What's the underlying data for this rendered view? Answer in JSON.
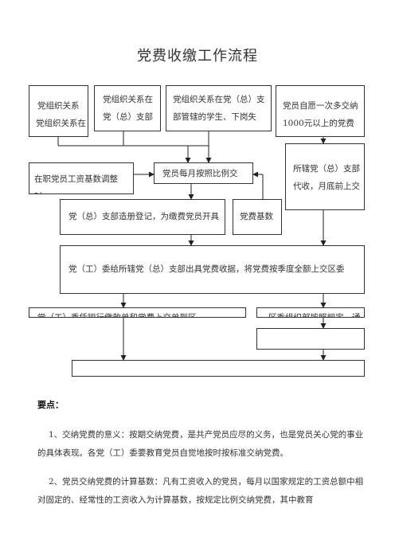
{
  "title": "党费收缴工作流程",
  "boxes": {
    "b1": "党组织关系在党（总）支",
    "b2a": "党组织关系在",
    "b2b": "党（总）支部",
    "b3a": "党组织关系在党（总）支",
    "b3b": "部管辖的学生、下岗失",
    "b4a": "党员自愿一次多交纳",
    "b4b": "1000元以上的党费",
    "b5": "在职党员工资基数调整时，",
    "b6": "党员每月按照比例交",
    "b7a": "所辖党（总）支部",
    "b7b": "代收，月底前上交",
    "b8": "党（总）支部造册登记，为缴费党员开具",
    "b9": "党费基数",
    "b10": "党（工）委给所辖党（总）支部出具党费收据，将党费按季度全额上交区委",
    "b11": "党（工）委every在银行缴款单和党费上交单到区",
    "b12": "区委组织部按照规定，通过",
    "b13": "",
    "b14": ""
  },
  "key_points": {
    "heading": "要点：",
    "p1": "1、交纳党费的意义：按期交纳党费，是共产党员应尽的义务，也是党员关心党的事业的具体表现。各党（工）委要教育党员自觉地按时按标准交纳党费。",
    "p2": "2、党员交纳党费的计算基数：凡有工资收入的党员，每月以国家规定的工资总额中相对固定的、经常性的工资收入为计算基数，按规定比例交纳党费，其中教育"
  }
}
